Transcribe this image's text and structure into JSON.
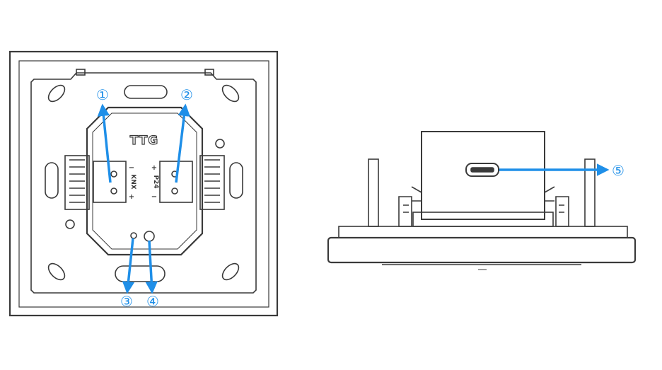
{
  "diagram": {
    "logo": "TTG",
    "terminal_left_label": "KNX",
    "terminal_left_plus": "+",
    "terminal_left_minus": "−",
    "terminal_right_label": "P24",
    "terminal_right_plus": "+",
    "terminal_right_minus": "−",
    "callouts": [
      "①",
      "②",
      "③",
      "④",
      "⑤"
    ],
    "colors": {
      "arrow": "#1f8fe8",
      "outline": "#3a3a3a",
      "fill": "#ffffff"
    }
  }
}
